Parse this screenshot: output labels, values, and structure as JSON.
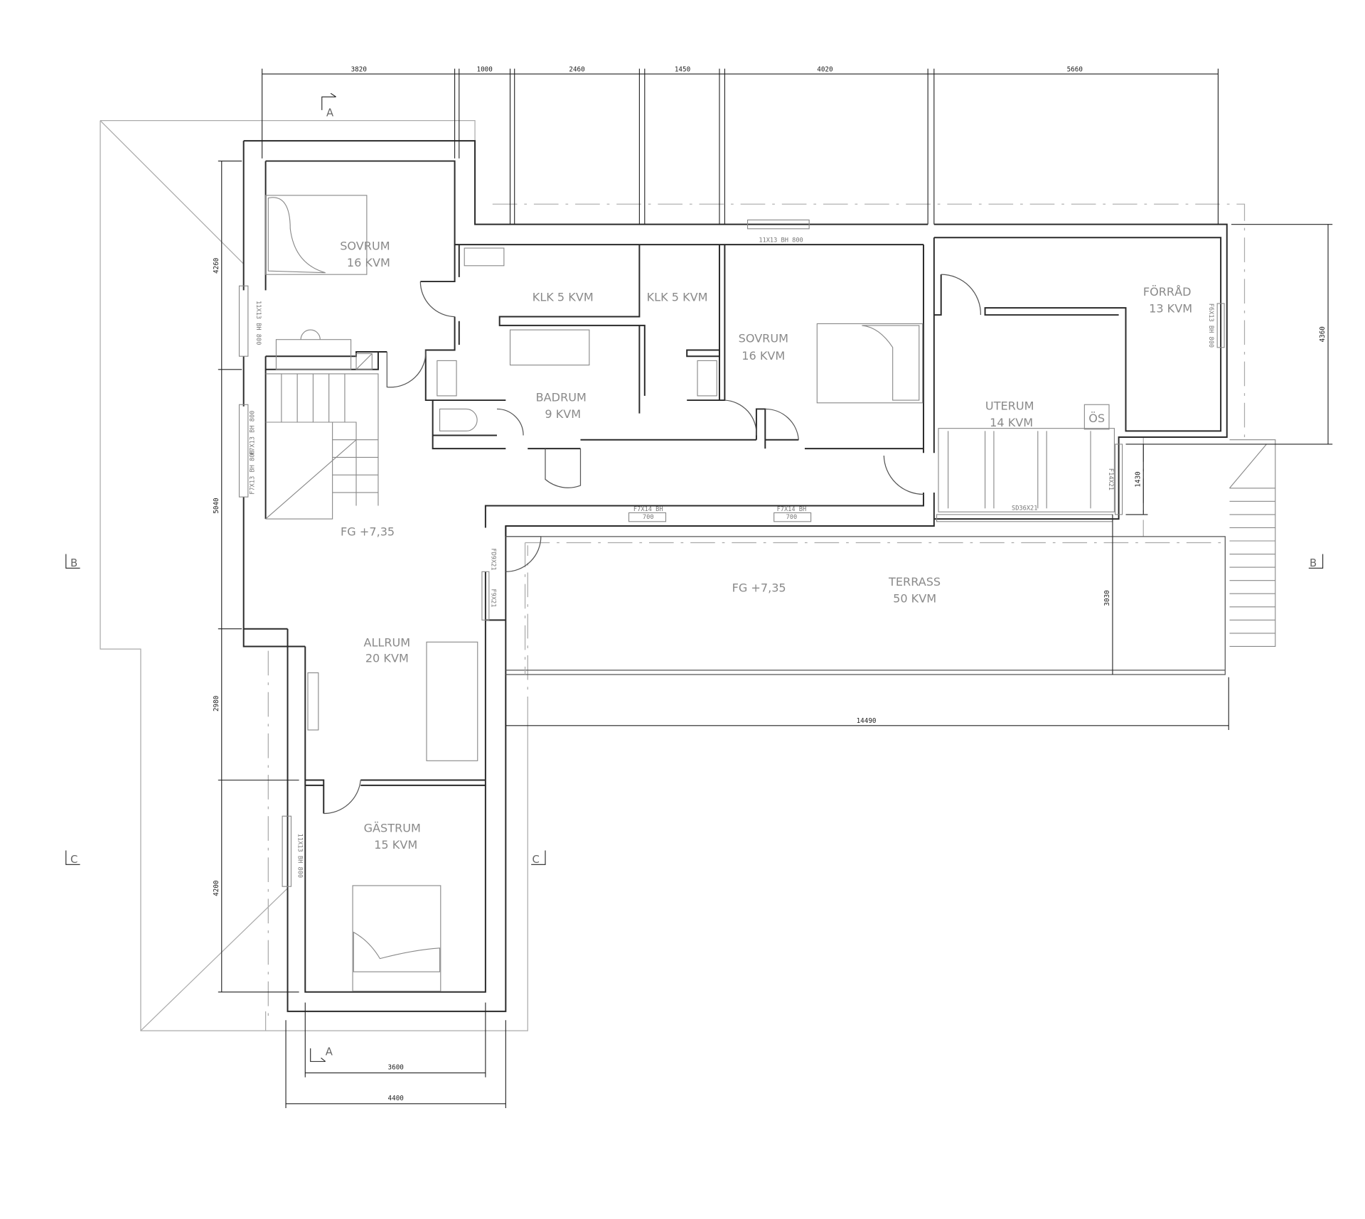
{
  "dimensions": {
    "top": [
      "3820",
      "1000",
      "2460",
      "1450",
      "4020",
      "5660"
    ],
    "left": [
      "4260",
      "5040",
      "2980",
      "4200"
    ],
    "right": "4360",
    "uterum_side": "1430",
    "terrace_depth": "3030",
    "terrace_width": "14490",
    "bottom_inner": "3600",
    "bottom_outer": "4400"
  },
  "sections": {
    "a_top": "A",
    "a_bottom": "A",
    "b_left": "B",
    "b_right": "B",
    "c_left": "C",
    "c_right": "C"
  },
  "rooms": {
    "sovrum1": {
      "name": "SOVRUM",
      "area": "16 KVM"
    },
    "klk1": {
      "name": "KLK 5 KVM"
    },
    "klk2": {
      "name": "KLK 5 KVM"
    },
    "badrum": {
      "name": "BADRUM",
      "area": "9 KVM"
    },
    "sovrum2": {
      "name": "SOVRUM",
      "area": "16 KVM"
    },
    "forrad": {
      "name": "FÖRRÅD",
      "area": "13 KVM"
    },
    "uterum": {
      "name": "UTERUM",
      "area": "14 KVM"
    },
    "os": {
      "name": "ÖS"
    },
    "terrass": {
      "name": "TERRASS",
      "area": "50 KVM"
    },
    "allrum": {
      "name": "ALLRUM",
      "area": "20 KVM"
    },
    "gastrum": {
      "name": "GÄSTRUM",
      "area": "15 KVM"
    }
  },
  "levels": {
    "stair_landing": "FG +7,35",
    "terrace": "FG +7,35"
  },
  "openings": {
    "top_window": "11X13 BH 800",
    "sovrum_left_window": "11X13 BH 800",
    "stair_window_1": "F7X13 BH 800",
    "stair_window_2": "F7X13 BH 800",
    "terrace_window_1_a": "F7X14 BH",
    "terrace_window_1_b": "700",
    "terrace_window_2_a": "F7X14 BH",
    "terrace_window_2_b": "700",
    "terrace_door": "FD9X21",
    "terrace_fixed": "F9X21",
    "uterum_sliding": "SD36X21",
    "uterum_side": "F14X21",
    "forrad_window": "F6X13 BH 800",
    "gastrum_window": "11X13 BH 800"
  }
}
